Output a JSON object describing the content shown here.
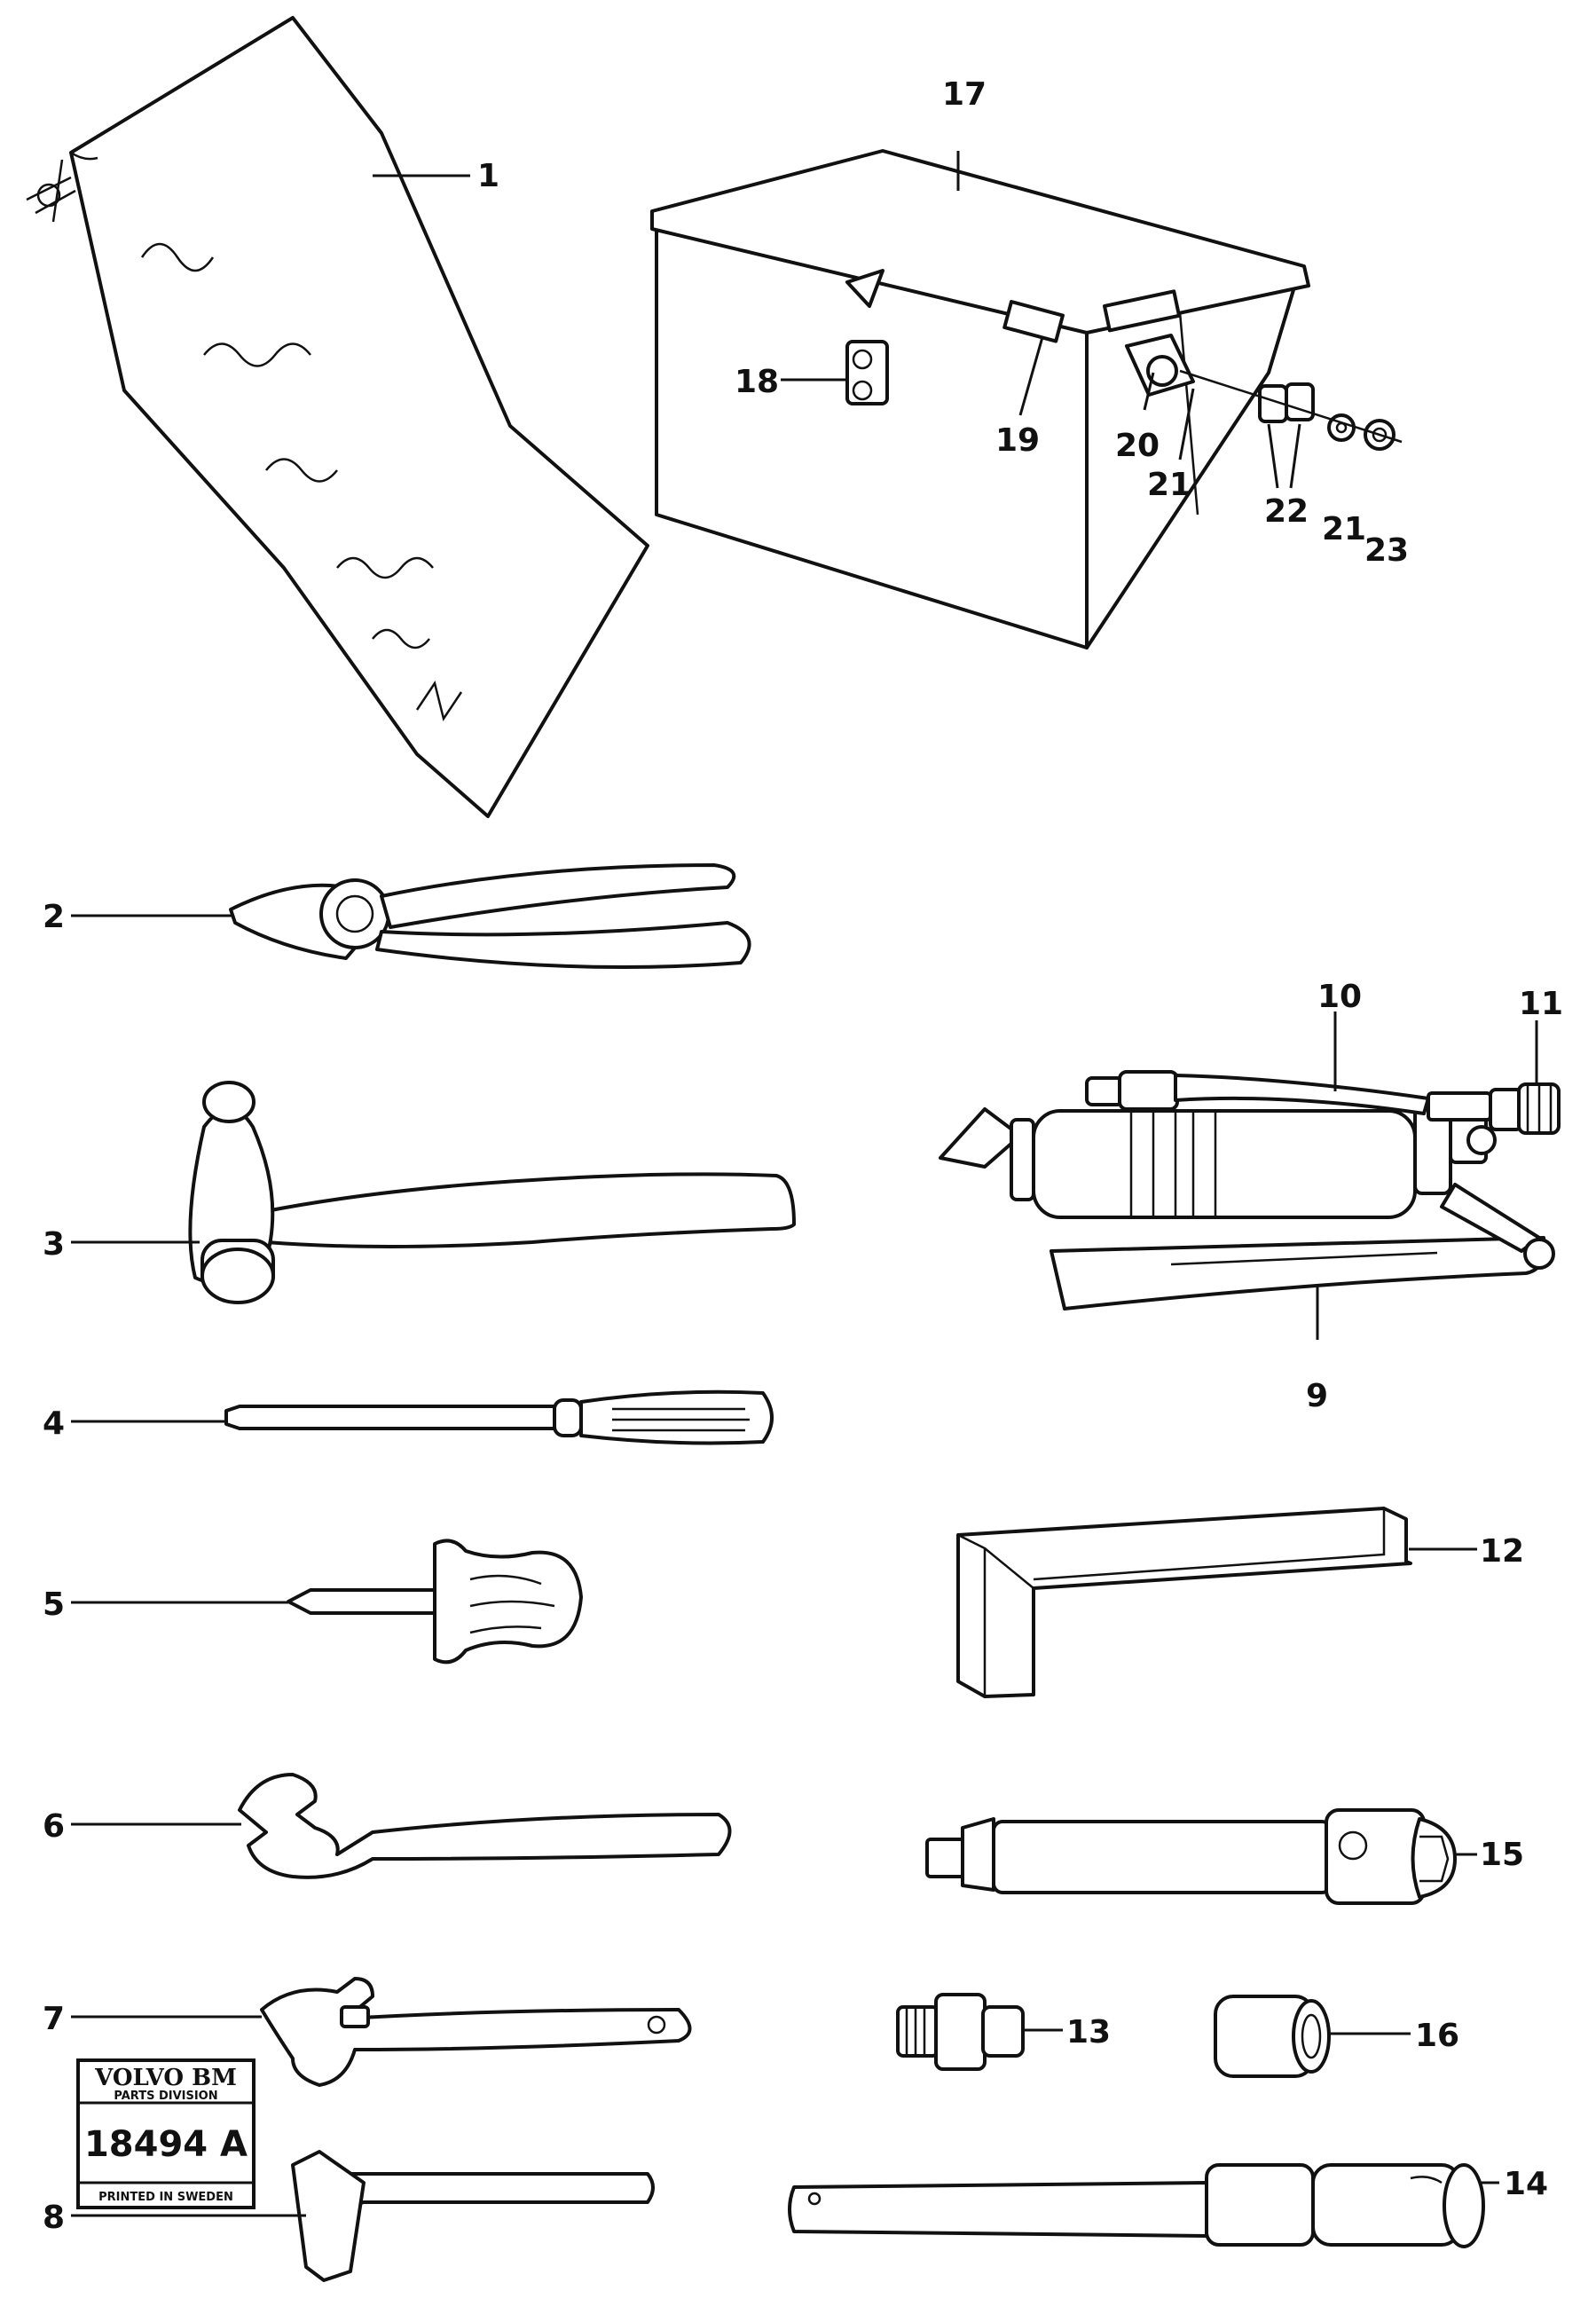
{
  "callouts": [
    {
      "id": "1",
      "part": "tool-bag"
    },
    {
      "id": "2",
      "part": "pliers"
    },
    {
      "id": "3",
      "part": "hammer"
    },
    {
      "id": "4",
      "part": "screwdriver"
    },
    {
      "id": "5",
      "part": "cross-screwdriver"
    },
    {
      "id": "6",
      "part": "open-end-wrench"
    },
    {
      "id": "7",
      "part": "adjustable-wrench"
    },
    {
      "id": "8",
      "part": "hex-key-small"
    },
    {
      "id": "9",
      "part": "grease-gun-lever"
    },
    {
      "id": "10",
      "part": "grease-gun-hose"
    },
    {
      "id": "11",
      "part": "grease-gun-nozzle"
    },
    {
      "id": "12",
      "part": "hex-key-large"
    },
    {
      "id": "13",
      "part": "adapter-nipple"
    },
    {
      "id": "14",
      "part": "box-wrench-bar"
    },
    {
      "id": "15",
      "part": "socket-extension"
    },
    {
      "id": "16",
      "part": "socket"
    },
    {
      "id": "17",
      "part": "tool-box"
    },
    {
      "id": "18",
      "part": "latch"
    },
    {
      "id": "19",
      "part": "hinge"
    },
    {
      "id": "20",
      "part": "bolt"
    },
    {
      "id": "21",
      "part": "washer"
    },
    {
      "id": "22",
      "part": "spacer"
    },
    {
      "id": "23",
      "part": "nut"
    }
  ],
  "stamp": {
    "brand": "VOLVO BM",
    "division": "PARTS DIVISION",
    "number": "18494 A",
    "footer": "PRINTED IN SWEDEN"
  }
}
